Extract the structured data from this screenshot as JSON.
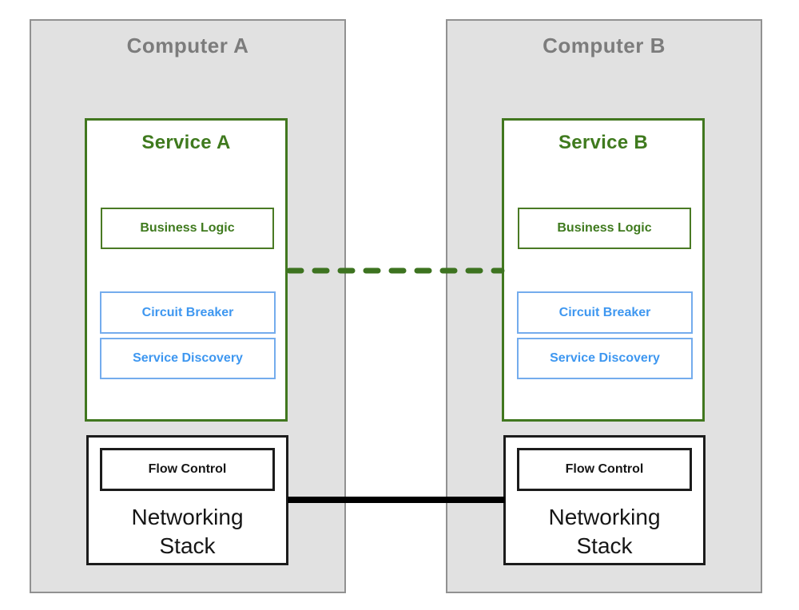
{
  "colors": {
    "page_background": "#ffffff",
    "computer_fill": "#e1e1e1",
    "computer_border": "#919191",
    "computer_title_text": "#7c7c7c",
    "service_green": "#3f7a1e",
    "component_blue_text": "#3e97f0",
    "component_blue_border": "#74aced",
    "network_black": "#1c1c1c",
    "dashed_link_green": "#3d7320",
    "solid_link_black": "#000000"
  },
  "computers": [
    {
      "title": "Computer A",
      "service": {
        "title": "Service A",
        "components": [
          {
            "label": "Business Logic",
            "style": "green"
          },
          {
            "label": "Circuit Breaker",
            "style": "blue"
          },
          {
            "label": "Service Discovery",
            "style": "blue"
          }
        ]
      },
      "networking_stack": {
        "flow_control": "Flow Control",
        "label_line1": "Networking",
        "label_line2": "Stack"
      }
    },
    {
      "title": "Computer B",
      "service": {
        "title": "Service B",
        "components": [
          {
            "label": "Business Logic",
            "style": "green"
          },
          {
            "label": "Circuit Breaker",
            "style": "blue"
          },
          {
            "label": "Service Discovery",
            "style": "blue"
          }
        ]
      },
      "networking_stack": {
        "flow_control": "Flow Control",
        "label_line1": "Networking",
        "label_line2": "Stack"
      }
    }
  ],
  "connections": [
    {
      "name": "service-to-service",
      "style": "dashed",
      "color": "#3d7320"
    },
    {
      "name": "network-to-network",
      "style": "solid",
      "color": "#000000"
    }
  ]
}
